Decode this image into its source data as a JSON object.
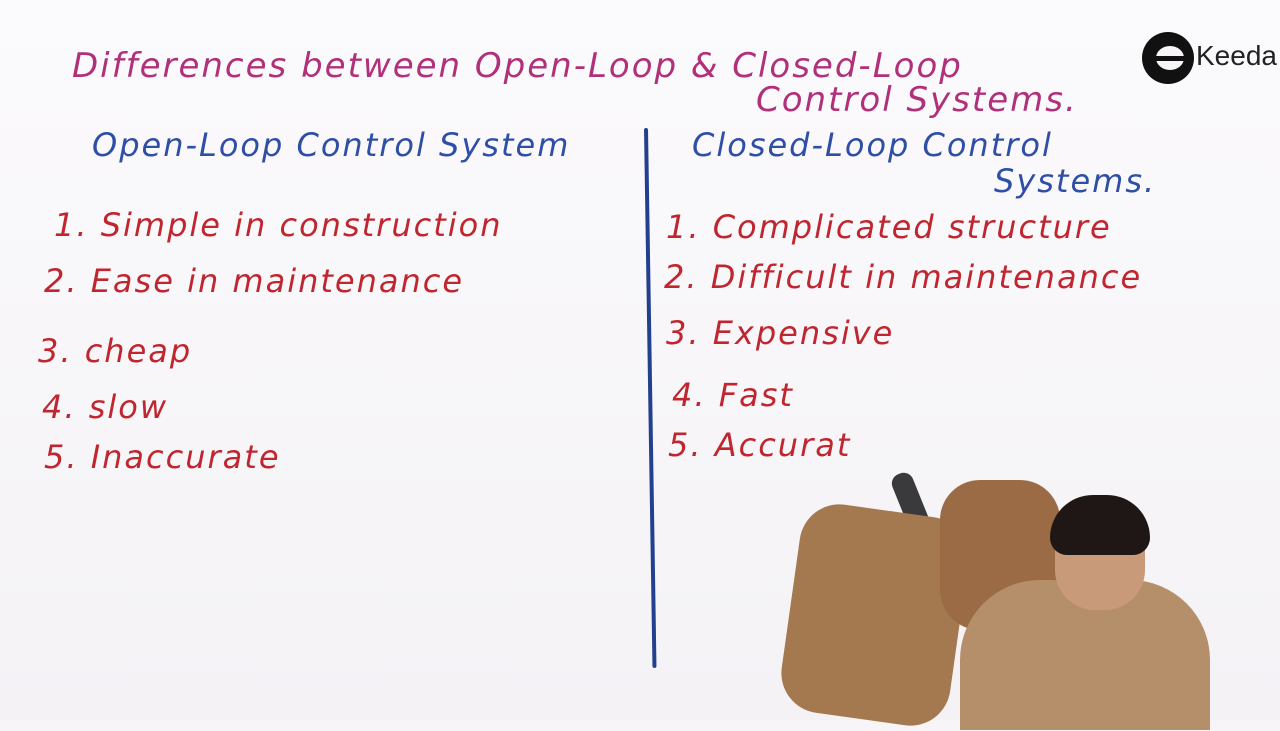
{
  "title": {
    "line1": "Differences between Open-Loop & Closed-Loop",
    "line2": "Control Systems."
  },
  "brand": {
    "logo_text": "Keeda"
  },
  "open_loop": {
    "heading": "Open-Loop Control System",
    "items": [
      "1. Simple in construction",
      "2. Ease in maintenance",
      "3. cheap",
      "4. slow",
      "5. Inaccurate"
    ]
  },
  "closed_loop": {
    "heading_line1": "Closed-Loop Control",
    "heading_line2": "Systems.",
    "items": [
      "1. Complicated structure",
      "2. Difficult in maintenance",
      "3. Expensive",
      "4. Fast",
      "5. Accurat"
    ]
  },
  "colors": {
    "title": "#b0307a",
    "heading": "#2f4fa6",
    "items": "#c0262f",
    "divider": "#23408f"
  }
}
